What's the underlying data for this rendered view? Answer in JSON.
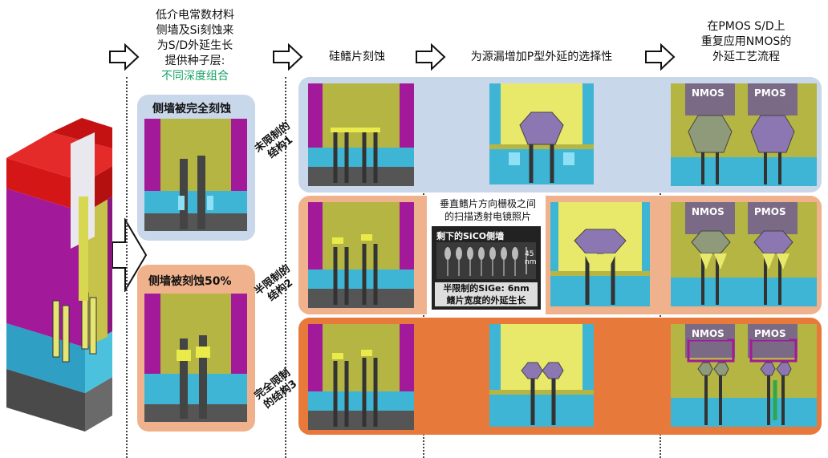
{
  "headers": {
    "col1": [
      "低介电常数材料",
      "侧墙及Si刻蚀来",
      "为S/D外延生长",
      "提供种子层:"
    ],
    "col1_green": "不同深度组合",
    "col2": "硅鳍片刻蚀",
    "col3": "为源漏增加P型外延的选择性",
    "col4": [
      "在PMOS S/D上",
      "重复应用NMOS的",
      "外延工艺流程"
    ]
  },
  "col1_labels": {
    "top": "侧墙被完全刻蚀",
    "bottom": "侧墙被刻蚀50%"
  },
  "structures": {
    "s1": [
      "未限制的",
      "结构1"
    ],
    "s2": [
      "半限制的",
      "结构2"
    ],
    "s3": [
      "完全限制",
      "的结构3"
    ]
  },
  "tem": {
    "title": [
      "垂直鳍片方向栅极之间",
      "的扫描透射电镜照片"
    ],
    "inner_top": "剩下的SiCO侧墙",
    "scale": "45 nm",
    "inner_bottom": [
      "半限制的SiGe: 6nm",
      "鳍片宽度的外延生长"
    ]
  },
  "tags": {
    "nmos": "NMOS",
    "pmos": "PMOS"
  },
  "colors": {
    "magenta": "#a21a9a",
    "red": "#d11515",
    "olive": "#b3b337",
    "yellow": "#e8e86a",
    "cyan": "#3fb5d6",
    "gray": "#505050",
    "purple": "#8c77b3",
    "blue_band": "#c9d7ea",
    "orange_band": "#f0b28c",
    "deep_orange": "#e77a3a"
  }
}
